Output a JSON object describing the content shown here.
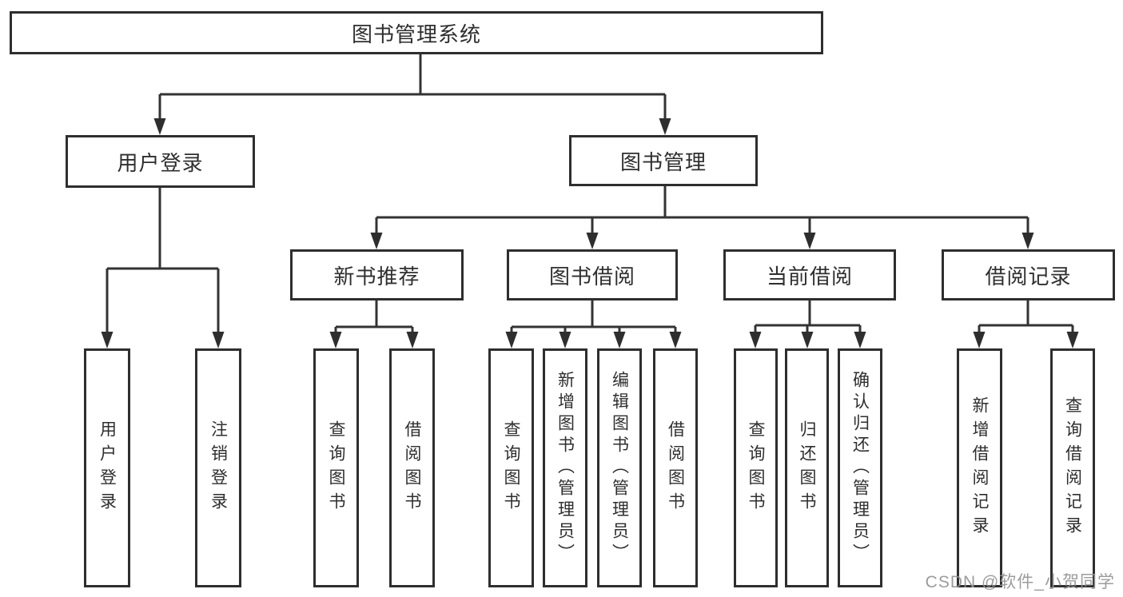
{
  "diagram": {
    "root": {
      "label": "图书管理系统"
    },
    "level2": {
      "user_login": {
        "label": "用户登录",
        "children": [
          {
            "label": "用户登录"
          },
          {
            "label": "注销登录"
          }
        ]
      },
      "book_mgmt": {
        "label": "图书管理",
        "children": [
          {
            "label": "新书推荐",
            "children": [
              {
                "label": "查询图书"
              },
              {
                "label": "借阅图书"
              }
            ]
          },
          {
            "label": "图书借阅",
            "children": [
              {
                "label": "查询图书"
              },
              {
                "label": "新增图书（管理员）"
              },
              {
                "label": "编辑图书（管理员）"
              },
              {
                "label": "借阅图书"
              }
            ]
          },
          {
            "label": "当前借阅",
            "children": [
              {
                "label": "查询图书"
              },
              {
                "label": "归还图书"
              },
              {
                "label": "确认归还（管理员）"
              }
            ]
          },
          {
            "label": "借阅记录",
            "children": [
              {
                "label": "新增借阅记录"
              },
              {
                "label": "查询借阅记录"
              }
            ]
          }
        ]
      }
    },
    "watermark": "CSDN @软件_小贺同学",
    "colors": {
      "line": "#333333",
      "border": "#2e2e2e",
      "text": "#2e2e2e",
      "watermark": "#949494",
      "background": "#ffffff"
    }
  }
}
